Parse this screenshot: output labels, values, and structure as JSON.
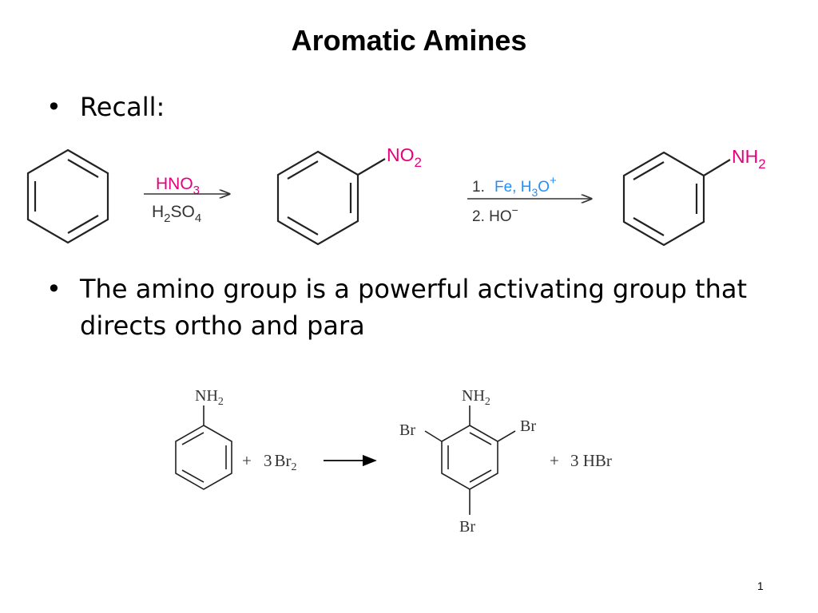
{
  "slide": {
    "title": "Aromatic Amines",
    "page_number": "1"
  },
  "bullets": [
    {
      "text": "Recall:"
    },
    {
      "text": "The amino group is a powerful activating group that directs ortho and para"
    }
  ],
  "reaction1": {
    "step1": {
      "reagent_top": {
        "main": "HNO",
        "sub": "3"
      },
      "reagent_bottom": {
        "pre": "H",
        "sub1": "2",
        "mid": "SO",
        "sub2": "4"
      }
    },
    "nitro_group": {
      "main": "NO",
      "sub": "2"
    },
    "step2": {
      "label1": "1.",
      "reagent1": {
        "pre": "Fe, H",
        "sub": "3",
        "mid": "O",
        "sup": "+"
      },
      "label2": "2. HO",
      "label2_sup": "−"
    },
    "amino_group": {
      "main": "NH",
      "sub": "2"
    },
    "colors": {
      "reagent_magenta": "#e6007e",
      "reagent_blue": "#1e90ff"
    }
  },
  "reaction2": {
    "reactant_group": {
      "main": "NH",
      "sub": "2"
    },
    "plus1": "+",
    "bromine": {
      "coef": "3",
      "main": "Br",
      "sub": "2"
    },
    "product_group": {
      "main": "NH",
      "sub": "2"
    },
    "product_substituents": {
      "left": "Br",
      "right": "Br",
      "bottom": "Br"
    },
    "plus2": "+",
    "byproduct": "3 HBr"
  }
}
